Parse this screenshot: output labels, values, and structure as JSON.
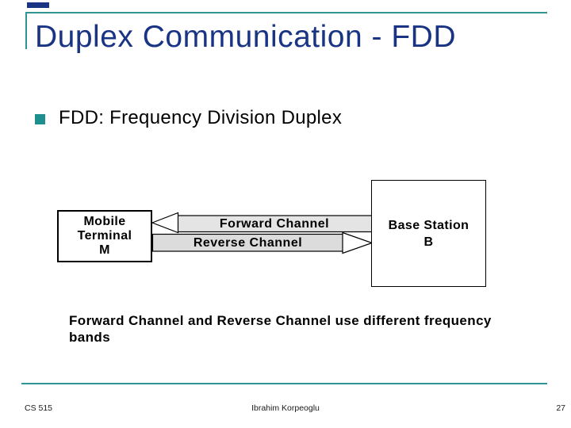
{
  "slide": {
    "title": "Duplex Communication - FDD",
    "bullets": [
      {
        "label": "FDD: Frequency Division Duplex"
      }
    ],
    "diagram": {
      "mobile_box": {
        "lines": [
          "Mobile",
          "Terminal",
          "M"
        ]
      },
      "base_box": {
        "lines": [
          "Base Station",
          "B"
        ]
      },
      "forward_channel_label": "Forward Channel",
      "reverse_channel_label": "Reverse Channel"
    },
    "note": "Forward Channel and Reverse Channel use different frequency bands",
    "footer": {
      "course": "CS 515",
      "author": "Ibrahim Korpeoglu",
      "page_number": "27"
    },
    "colors": {
      "title_navy": "#1a3484",
      "rule_teal": "#2e9595",
      "bullet_teal": "#1e8f8f",
      "channel_bar_gray": "#dddddd",
      "arrow_head_white": "#ffffff"
    }
  }
}
